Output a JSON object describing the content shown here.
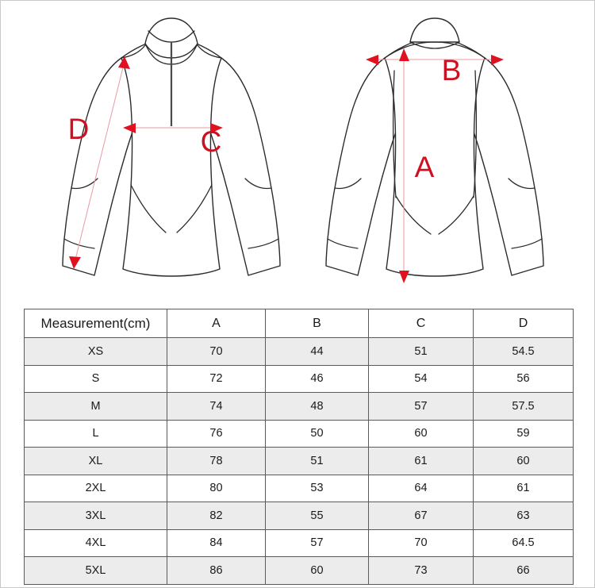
{
  "figures": {
    "front": {
      "name": "front-view-illustration",
      "description": "quarter-zip long sleeve top front view",
      "labels": [
        {
          "id": "C",
          "text": "C",
          "meaning": "chest-width"
        },
        {
          "id": "D",
          "text": "D",
          "meaning": "sleeve-length"
        }
      ]
    },
    "back": {
      "name": "back-view-illustration",
      "description": "quarter-zip long sleeve top back view",
      "labels": [
        {
          "id": "A",
          "text": "A",
          "meaning": "body-length"
        },
        {
          "id": "B",
          "text": "B",
          "meaning": "shoulder-width"
        }
      ]
    }
  },
  "chart_data": {
    "type": "table",
    "title": "Measurement(cm)",
    "columns": [
      "Measurement(cm)",
      "A",
      "B",
      "C",
      "D"
    ],
    "categories": [
      "XS",
      "S",
      "M",
      "L",
      "XL",
      "2XL",
      "3XL",
      "4XL",
      "5XL"
    ],
    "series": [
      {
        "name": "A",
        "values": [
          "70",
          "72",
          "74",
          "76",
          "78",
          "80",
          "82",
          "84",
          "86"
        ]
      },
      {
        "name": "B",
        "values": [
          "44",
          "46",
          "48",
          "50",
          "51",
          "53",
          "55",
          "57",
          "60"
        ]
      },
      {
        "name": "C",
        "values": [
          "51",
          "54",
          "57",
          "60",
          "61",
          "64",
          "67",
          "70",
          "73"
        ]
      },
      {
        "name": "D",
        "values": [
          "54.5",
          "56",
          "57.5",
          "59",
          "60",
          "61",
          "63",
          "64.5",
          "66"
        ]
      }
    ],
    "rows": [
      {
        "size": "XS",
        "A": "70",
        "B": "44",
        "C": "51",
        "D": "54.5"
      },
      {
        "size": "S",
        "A": "72",
        "B": "46",
        "C": "54",
        "D": "56"
      },
      {
        "size": "M",
        "A": "74",
        "B": "48",
        "C": "57",
        "D": "57.5"
      },
      {
        "size": "L",
        "A": "76",
        "B": "50",
        "C": "60",
        "D": "59"
      },
      {
        "size": "XL",
        "A": "78",
        "B": "51",
        "C": "61",
        "D": "60"
      },
      {
        "size": "2XL",
        "A": "80",
        "B": "53",
        "C": "64",
        "D": "61"
      },
      {
        "size": "3XL",
        "A": "82",
        "B": "55",
        "C": "67",
        "D": "63"
      },
      {
        "size": "4XL",
        "A": "84",
        "B": "57",
        "C": "70",
        "D": "64.5"
      },
      {
        "size": "5XL",
        "A": "86",
        "B": "60",
        "C": "73",
        "D": "66"
      }
    ],
    "grid": true,
    "legend": "none"
  },
  "colors": {
    "dimension_red": "#cc1122",
    "dimension_line": "#e79aa4",
    "garment_outline": "#2b2b2b",
    "table_border": "#5b5b5b",
    "row_shaded": "#ececec",
    "frame": "#c9c9c9"
  }
}
